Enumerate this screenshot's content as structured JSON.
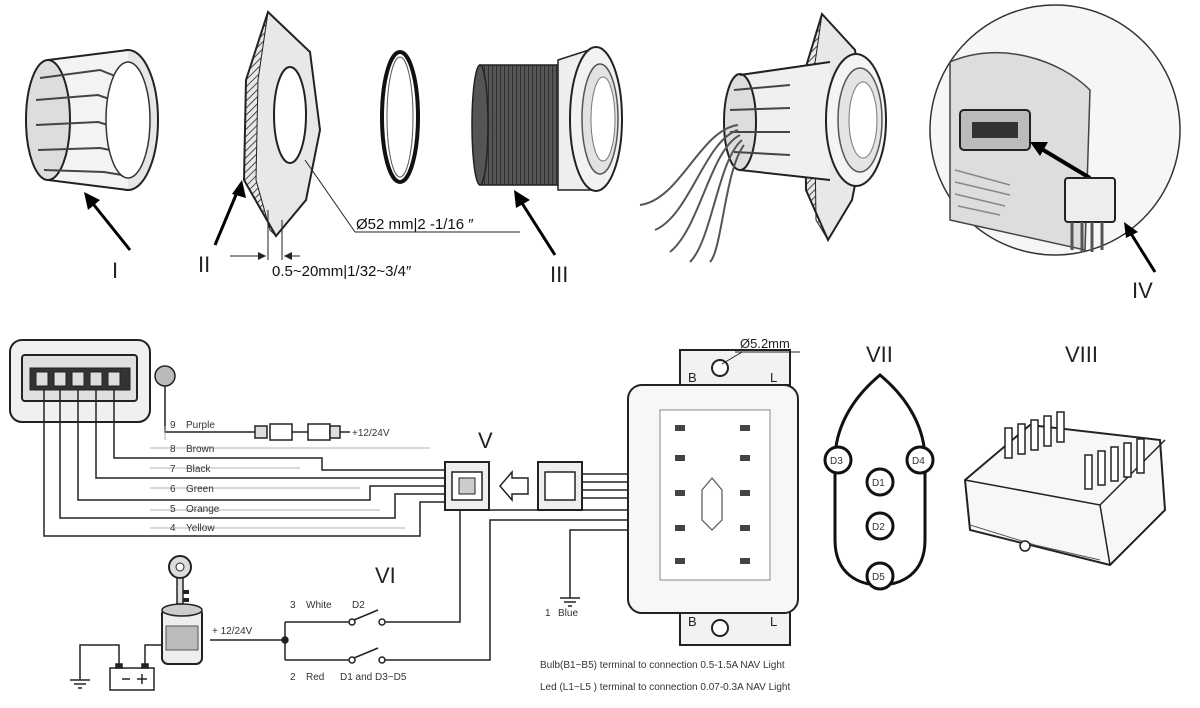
{
  "labels": {
    "part_1": "I",
    "part_2": "II",
    "part_3": "III",
    "part_4": "IV",
    "part_5": "V",
    "part_6": "VI",
    "part_7": "VII",
    "part_8": "VIII"
  },
  "dimensions": {
    "hole_diameter": "Ø52 mm|2  -1/16 ″",
    "panel_thickness": "0.5~20mm|1/32~3/4″",
    "mount_hole": "Ø5.2mm"
  },
  "wires": [
    {
      "num": "9",
      "color": "Purple"
    },
    {
      "num": "8",
      "color": "Brown"
    },
    {
      "num": "7",
      "color": "Black"
    },
    {
      "num": "6",
      "color": "Green"
    },
    {
      "num": "5",
      "color": "Orange"
    },
    {
      "num": "4",
      "color": "Yellow"
    }
  ],
  "supply_label": "+12/24V",
  "battery_supply": "+ 12/24V",
  "switches": [
    {
      "num": "3",
      "color": "White",
      "target": "D2"
    },
    {
      "num": "2",
      "color": "Red",
      "target": "D1 and D3~D5"
    }
  ],
  "ground_wire": {
    "num": "1",
    "color": "Blue"
  },
  "nav_positions": [
    "D3",
    "D4",
    "D1",
    "D2",
    "D5"
  ],
  "module_marks": {
    "top_left": "B",
    "top_right": "L",
    "bottom_left": "B",
    "bottom_right": "L"
  },
  "notes": [
    "Bulb(B1~B5)  terminal to connection  0.5-1.5A NAV Light",
    "Led (L1~L5 )  terminal to connection  0.07-0.3A NAV Light"
  ]
}
